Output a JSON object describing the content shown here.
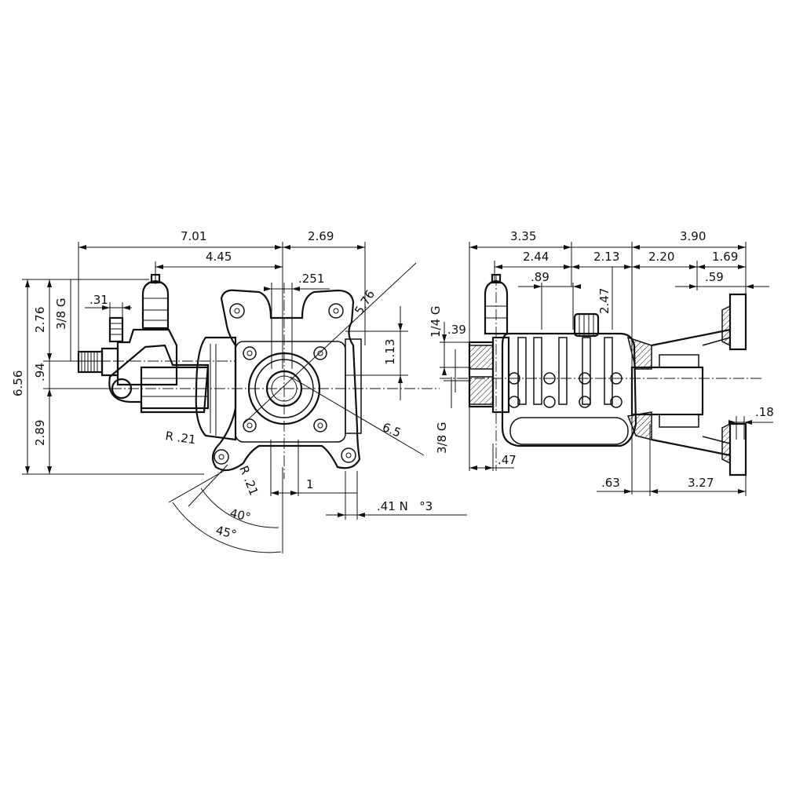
{
  "front_view": {
    "overall_width": "7.01",
    "inlet_to_center": "4.45",
    "center_to_edge": "2.69",
    "shaft_key_offset": ".251",
    "bolt_circle_diameter": "5.76",
    "shaft_center_height": "1.13",
    "bolt_circle_small": "6.5",
    "overall_height": "6.56",
    "upper_height": "2.76",
    "inlet_thread": "3/8 G",
    "inlet_offset": ".94",
    "lower_height": "2.89",
    "fitting_width": ".31",
    "mount_radius_upper": "R .21",
    "mount_radius_lower": "R .21",
    "angle_small": "40°",
    "angle_large": "45°",
    "shaft_diameter": "1",
    "bottom_note": ".41 N   °3"
  },
  "side_view": {
    "overall_left": "3.35",
    "overall_right": "3.90",
    "head_length": "2.44",
    "mid_length": "2.13",
    "flange_length": "2.20",
    "flange_offset": "1.69",
    "valve_offset": ".89",
    "flange_step": ".59",
    "cap_height": "2.47",
    "outlet_thread": "1/4 G",
    "outlet_offset": ".39",
    "inlet_thread": "3/8 G",
    "bottom_offset": ".47",
    "shaft_step": ".63",
    "shaft_length": "3.27",
    "flange_thickness": ".18"
  }
}
